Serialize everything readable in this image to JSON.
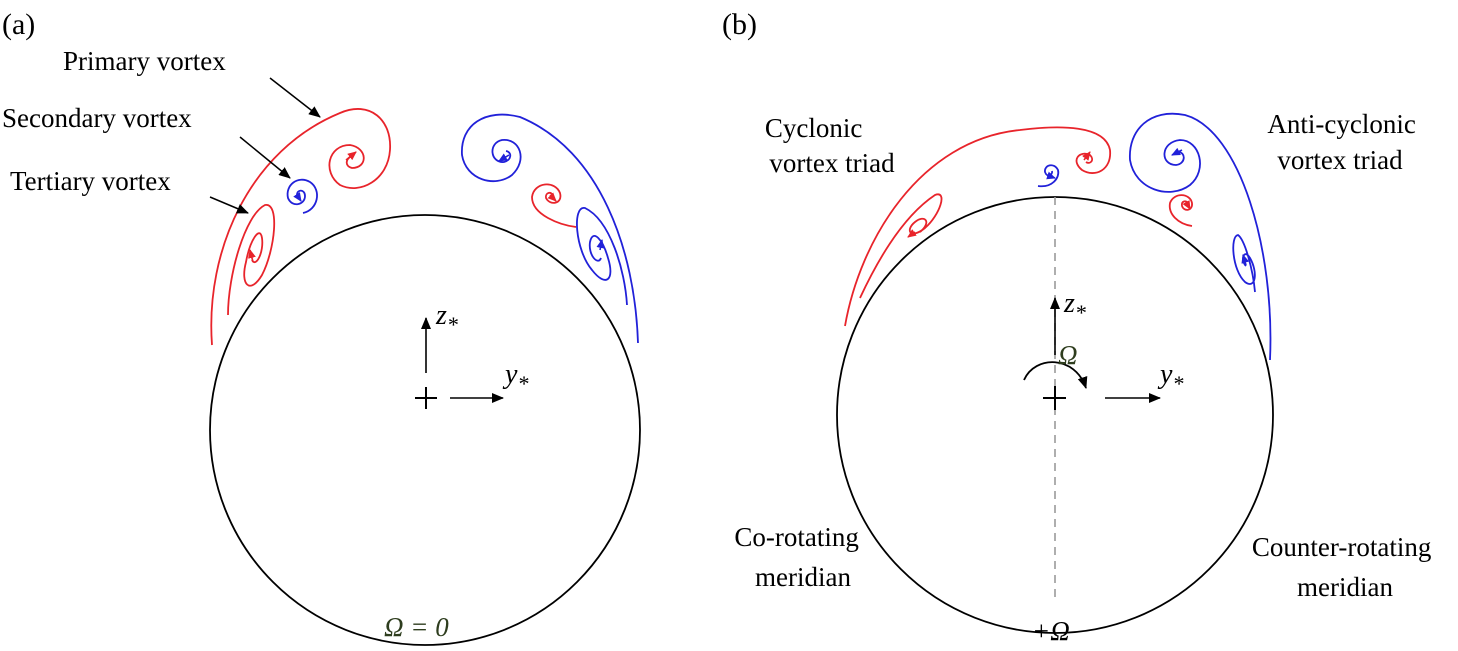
{
  "panel_a": {
    "label": "(a)",
    "annotations": {
      "primary": "Primary vortex",
      "secondary": "Secondary vortex",
      "tertiary": "Tertiary vortex"
    },
    "axes": {
      "z": "z",
      "y": "y",
      "sub": "*"
    },
    "omega_caption": "Ω = 0"
  },
  "panel_b": {
    "label": "(b)",
    "cyclonic": [
      "Cyclonic",
      "vortex triad"
    ],
    "anticyclonic": [
      "Anti-cyclonic",
      "vortex triad"
    ],
    "corotating": [
      "Co-rotating",
      "meridian"
    ],
    "counterrotating": [
      "Counter-rotating",
      "meridian"
    ],
    "axes": {
      "z": "z",
      "y": "y",
      "sub": "*"
    },
    "omega_symbol": "Ω",
    "omega_bottom": "+Ω"
  },
  "colors": {
    "red": "#e8242b",
    "blue": "#2121d9",
    "omega_text": "#2e3d1e",
    "dash": "#9a9a9a",
    "ink": "#000000"
  }
}
